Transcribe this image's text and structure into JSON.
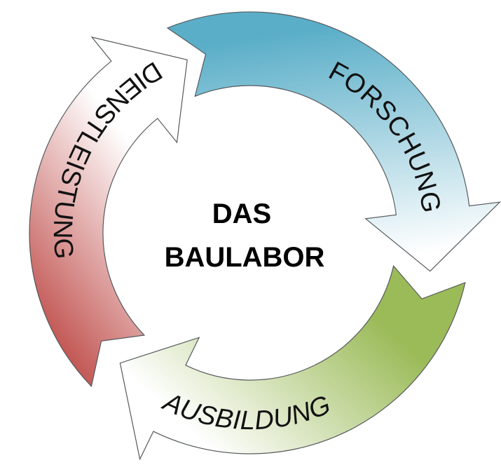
{
  "center": {
    "line1": "DAS",
    "line2": "BAULABOR"
  },
  "segments": [
    {
      "id": "forschung",
      "label": "FORSCHUNG",
      "color_start": "#5aaec8",
      "color_end": "#ffffff"
    },
    {
      "id": "ausbildung",
      "label": "AUSBILDUNG",
      "color_start": "#9bbb59",
      "color_end": "#ffffff"
    },
    {
      "id": "dienstleistung",
      "label": "DIENSTLEISTUNG",
      "color_start": "#c0504d",
      "color_end": "#ffffff"
    }
  ],
  "outline_color": "#555a5e"
}
